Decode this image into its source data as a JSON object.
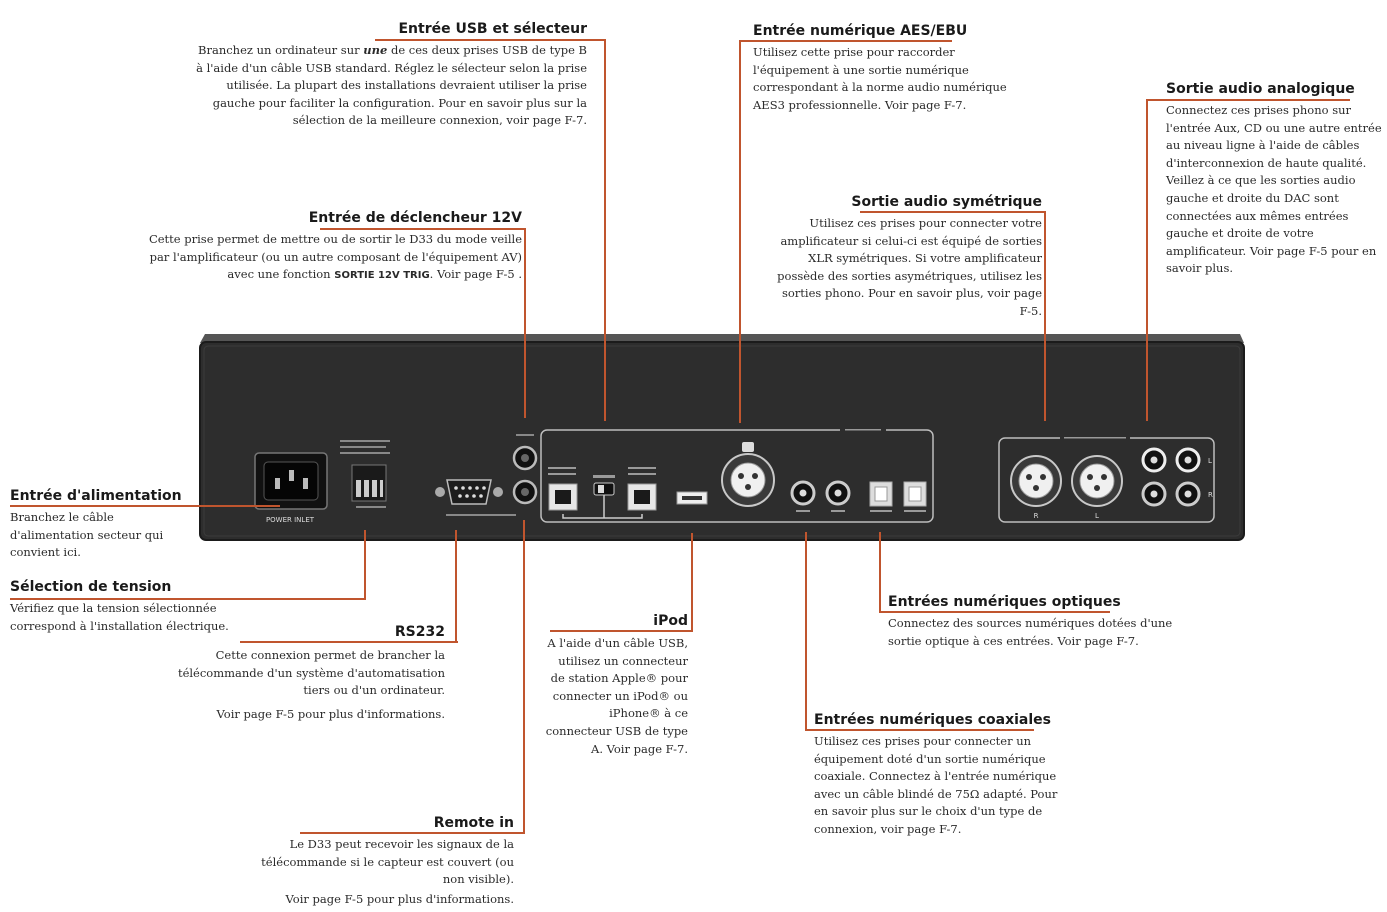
{
  "callouts": {
    "usb": {
      "title": "Entrée USB et sélecteur",
      "text_a": "Branchez un ordinateur sur ",
      "text_em": "une",
      "text_b": " de ces deux prises USB de type B à l'aide d'un câble USB standard. Réglez le sélecteur selon la prise utilisée. La plupart des installations devraient utiliser la prise gauche pour faciliter la configuration. Pour en savoir plus sur la sélection de la meilleure connexion, voir page F-7."
    },
    "aes": {
      "title": "Entrée numérique AES/EBU",
      "text": "Utilisez cette prise pour raccorder l'équipement à une sortie numérique correspondant à la norme audio numérique AES3 professionnelle. Voir page F-7."
    },
    "analog": {
      "title": "Sortie audio analogique",
      "text": "Connectez ces prises phono sur l'entrée Aux, CD ou une autre entrée au niveau ligne à l'aide de câbles d'interconnexion de haute qualité. Veillez à ce que les sorties audio gauche et droite du DAC sont connectées aux mêmes entrées gauche et droite de votre amplificateur. Voir page F-5 pour en savoir plus."
    },
    "trigger": {
      "title": "Entrée de déclencheur 12V",
      "text_a": "Cette prise permet de mettre ou de sortir le D33 du mode veille par l'amplificateur (ou un autre composant de l'équipement AV) avec une fonction ",
      "text_sc": "SORTIE 12V TRIG",
      "text_b": ". Voir page F-5 ."
    },
    "balanced": {
      "title": "Sortie audio symétrique",
      "text": "Utilisez ces prises pour connecter votre amplificateur si celui-ci est équipé de sorties XLR symétriques. Si votre amplificateur possède des sorties asymétriques, utilisez les sorties phono. Pour en savoir plus, voir page F-5."
    },
    "power": {
      "title": "Entrée d'alimentation",
      "text": "Branchez le câble d'alimentation secteur qui convient ici."
    },
    "voltage": {
      "title": "Sélection de tension",
      "text": "Vérifiez que la tension sélectionnée correspond à l'installation électrique."
    },
    "rs232": {
      "title": "RS232",
      "text": "Cette connexion permet de brancher la télécommande d'un système d'automatisation tiers ou d'un ordinateur.",
      "text2": "Voir page F-5 pour plus d'informations."
    },
    "ipod": {
      "title": "iPod",
      "text": "A l'aide d'un câble USB, utilisez un connecteur de station Apple® pour connecter un iPod® ou iPhone® à ce connecteur USB de type A. Voir page F-7."
    },
    "optical": {
      "title": "Entrées numériques optiques",
      "text": "Connectez des sources numériques dotées d'une sortie optique à ces entrées. Voir page F-7."
    },
    "coax": {
      "title": "Entrées numériques coaxiales",
      "text": "Utilisez ces prises pour connecter un équipement doté d'un sortie numérique coaxiale. Connectez à l'entrée numérique avec un câble blindé de 75Ω adapté. Pour en savoir plus sur le choix d'un type de connexion, voir page F-7."
    },
    "remote": {
      "title": "Remote in",
      "text": "Le D33 peut recevoir les signaux de la télécommande si le capteur est couvert (ou non visible).",
      "text2": "Voir page F-5 pour plus d'informations."
    }
  },
  "panel": {
    "power_label": "POWER INLET",
    "balanced_l": "L",
    "balanced_r": "R",
    "rca_l": "L",
    "rca_r": "R"
  },
  "colors": {
    "leader": "#c0552e",
    "panel": "#2d2d2d",
    "panel_edge": "#1b1b1b"
  }
}
